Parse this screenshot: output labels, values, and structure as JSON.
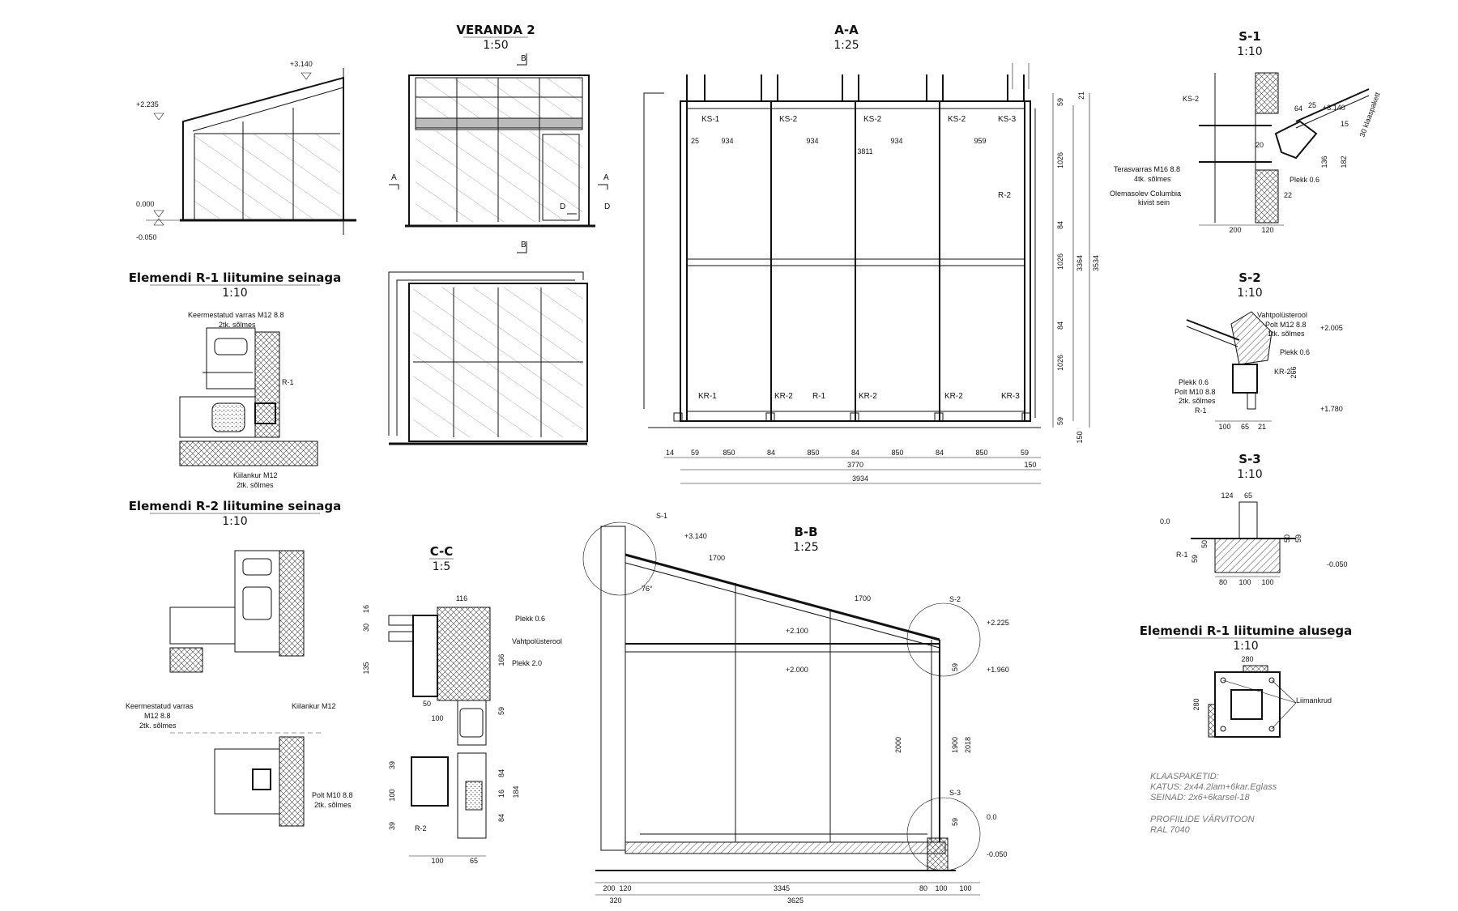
{
  "views": {
    "veranda": {
      "title": "VERANDA 2",
      "scale": "1:50",
      "levels": [
        "+3.140",
        "+2.235",
        "0.000",
        "-0.050"
      ],
      "markers": [
        "B",
        "B",
        "A",
        "A",
        "D",
        "D"
      ]
    },
    "aa": {
      "title": "A-A",
      "scale": "1:25",
      "top_labels": [
        "KS-1",
        "KS-2",
        "KS-2",
        "KS-2",
        "KS-3"
      ],
      "top_dims": [
        "25",
        "934",
        "934",
        "934",
        "959",
        "3811"
      ],
      "bottom_labels": [
        "KR-1",
        "KR-2",
        "R-1",
        "KR-2",
        "KR-2",
        "KR-3"
      ],
      "side_label": "R-2",
      "right_dims": [
        "59",
        "21",
        "1026",
        "84",
        "1026",
        "84",
        "1026",
        "59",
        "3364",
        "3534",
        "150"
      ],
      "bottom_dims": [
        "14",
        "59",
        "850",
        "84",
        "850",
        "84",
        "850",
        "84",
        "850",
        "59",
        "3770",
        "150",
        "3934"
      ]
    },
    "s1": {
      "title": "S-1",
      "scale": "1:10",
      "labels": [
        "KS-2",
        "+3.140",
        "Terasvarras M16 8.8",
        "4tk. sõlmes",
        "Olemasolev Columbia",
        "kivist sein",
        "Plekk 0.6",
        "30 klaaspakett"
      ],
      "dims": [
        "64",
        "25",
        "20",
        "15",
        "136",
        "182",
        "22",
        "200",
        "120"
      ]
    },
    "s2": {
      "title": "S-2",
      "scale": "1:10",
      "labels": [
        "Vahtpolüsterool",
        "Polt M12 8.8",
        "1tk. sõlmes",
        "Plekk 0.6",
        "KR-2",
        "Plekk 0.6",
        "Polt M10 8.8",
        "2tk. sõlmes",
        "R-1",
        "+2.005",
        "+1.780"
      ],
      "dims": [
        "266",
        "100",
        "65",
        "21"
      ]
    },
    "s3": {
      "title": "S-3",
      "scale": "1:10",
      "labels": [
        "0.0",
        "R-1",
        "-0.050"
      ],
      "dims": [
        "124",
        "65",
        "50",
        "59",
        "50",
        "59",
        "80",
        "100",
        "100"
      ]
    },
    "r1_wall": {
      "title": "Elemendi R-1 liitumine seinaga",
      "scale": "1:10",
      "labels": [
        "Keermestatud varras M12 8.8",
        "2tk. sõlmes",
        "R-1",
        "Kiilankur M12",
        "2tk. sõlmes"
      ]
    },
    "r2_wall": {
      "title": "Elemendi R-2 liitumine seinaga",
      "scale": "1:10",
      "labels": [
        "Keermestatud varras",
        "M12 8.8",
        "2tk. sõlmes",
        "Kiilankur M12",
        "Polt M10 8.8",
        "2tk. sõlmes"
      ]
    },
    "cc": {
      "title": "C-C",
      "scale": "1:5",
      "labels": [
        "Plekk 0.6",
        "Vahtpolüsterool",
        "Plekk 2.0",
        "R-2"
      ],
      "dims": [
        "116",
        "16",
        "30",
        "135",
        "166",
        "50",
        "100",
        "59",
        "39",
        "100",
        "39",
        "84",
        "16",
        "84",
        "184",
        "100",
        "65"
      ]
    },
    "bb": {
      "title": "B-B",
      "scale": "1:25",
      "labels": [
        "S-1",
        "+3.140",
        "1700",
        "1700",
        "76°",
        "S-2",
        "+2.225",
        "+2.100",
        "+2.000",
        "+1.960",
        "S-3",
        "0.0",
        "-0.050"
      ],
      "dims": [
        "59",
        "2000",
        "1900",
        "2018",
        "59",
        "200",
        "120",
        "3345",
        "80",
        "100",
        "100",
        "320",
        "3625"
      ]
    },
    "r1_base": {
      "title": "Elemendi R-1 liitumine alusega",
      "scale": "1:10",
      "labels": [
        "Liimankrud"
      ],
      "dims": [
        "280",
        "280"
      ]
    }
  },
  "notes": [
    "KLAASPAKETID:",
    "KATUS:  2x44.2lam+6kar.Eglass",
    "SEINAD:  2x6+6karsel-18",
    "PROFIILIDE  VÄRVITOON",
    "RAL  7040"
  ]
}
